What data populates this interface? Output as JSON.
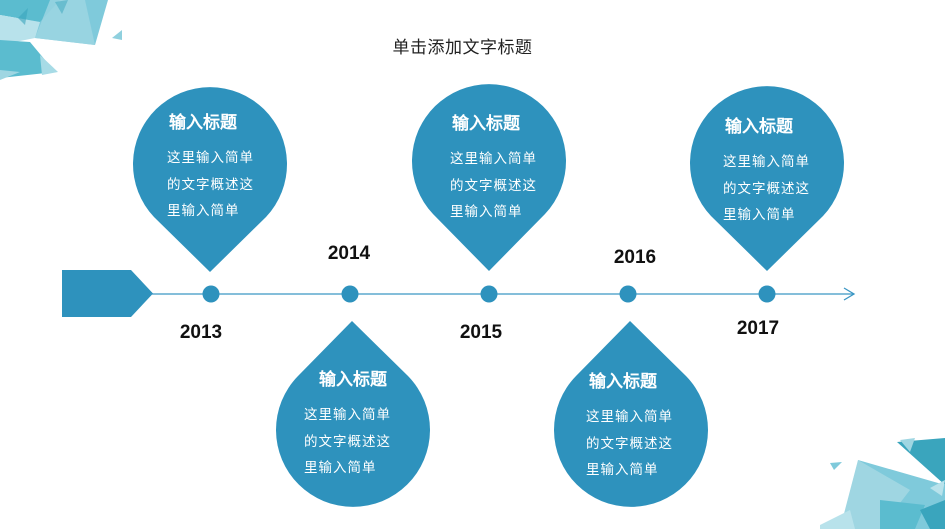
{
  "slide": {
    "title": "单击添加文字标题"
  },
  "colors": {
    "accent": "#2e92bd",
    "line": "#3a96c4",
    "deco_light": "#9fd6e2",
    "deco_mid": "#5bbccf",
    "deco_dark": "#3aa5bd",
    "year_text": "#111111",
    "title_text": "#222222"
  },
  "timeline": {
    "milestones": [
      {
        "year": "2013",
        "title": "输入标题",
        "body": [
          "这里输入简单",
          "的文字概述这",
          "里输入简单"
        ],
        "position": "above"
      },
      {
        "year": "2014",
        "title": "输入标题",
        "body": [
          "这里输入简单",
          "的文字概述这",
          "里输入简单"
        ],
        "position": "below"
      },
      {
        "year": "2015",
        "title": "输入标题",
        "body": [
          "这里输入简单",
          "的文字概述这",
          "里输入简单"
        ],
        "position": "above"
      },
      {
        "year": "2016",
        "title": "输入标题",
        "body": [
          "这里输入简单",
          "的文字概述这",
          "里输入简单"
        ],
        "position": "below"
      },
      {
        "year": "2017",
        "title": "输入标题",
        "body": [
          "这里输入简单",
          "的文字概述这",
          "里输入简单"
        ],
        "position": "above"
      }
    ]
  },
  "icons": {
    "start_marker": "pentagon-arrow-shape",
    "end_marker": "arrowhead-icon",
    "node": "circle-dot"
  }
}
